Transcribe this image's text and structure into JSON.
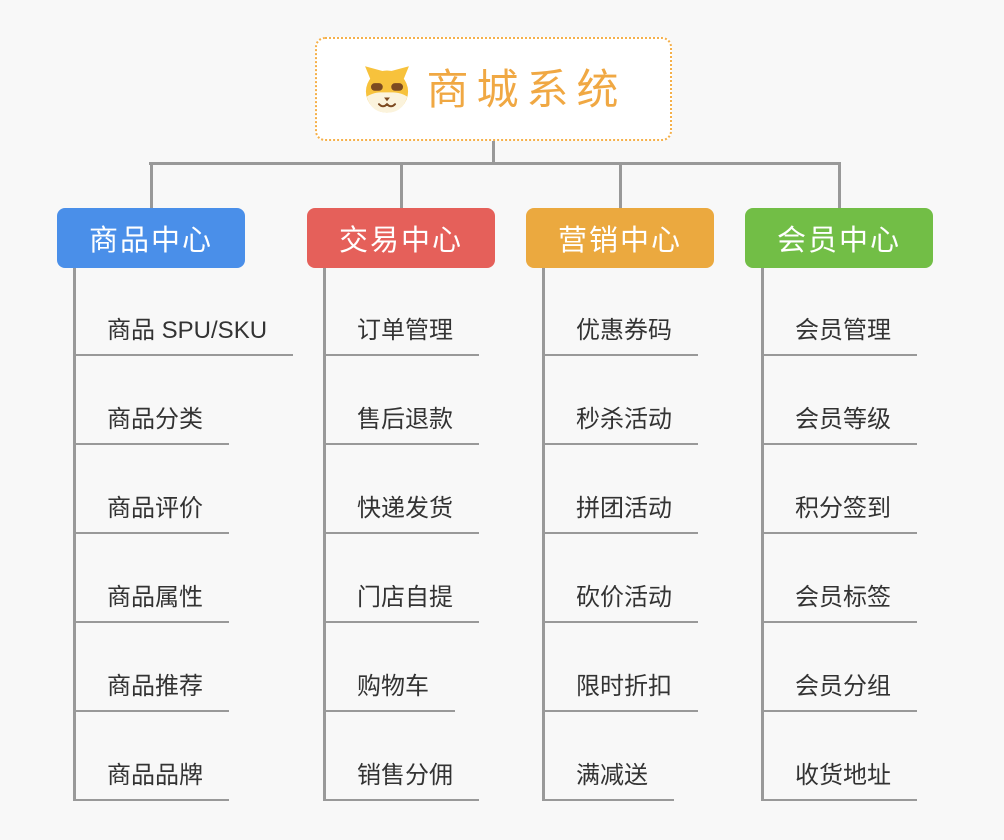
{
  "root": {
    "title": "商城系统",
    "icon": "dog-face-icon"
  },
  "colors": {
    "background": "#f8f8f8",
    "connector": "#999999",
    "root_accent": "#F0A843",
    "root_border": "#F5B04A",
    "leaf_text": "#333333"
  },
  "branches": [
    {
      "label": "商品中心",
      "color": "#4A8FE9",
      "children": [
        "商品 SPU/SKU",
        "商品分类",
        "商品评价",
        "商品属性",
        "商品推荐",
        "商品品牌"
      ]
    },
    {
      "label": "交易中心",
      "color": "#E5605A",
      "children": [
        "订单管理",
        "售后退款",
        "快递发货",
        "门店自提",
        "购物车",
        "销售分佣"
      ]
    },
    {
      "label": "营销中心",
      "color": "#EBA93F",
      "children": [
        "优惠券码",
        "秒杀活动",
        "拼团活动",
        "砍价活动",
        "限时折扣",
        "满减送"
      ]
    },
    {
      "label": "会员中心",
      "color": "#72BE46",
      "children": [
        "会员管理",
        "会员等级",
        "积分签到",
        "会员标签",
        "会员分组",
        "收货地址"
      ]
    }
  ]
}
